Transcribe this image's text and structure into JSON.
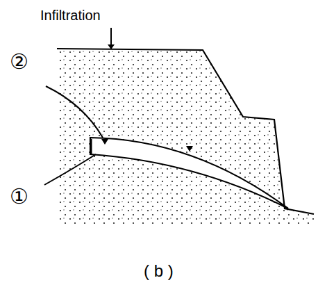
{
  "diagram": {
    "caption": "( b )",
    "labels": [
      "Infiltration",
      "②",
      "①"
    ]
  }
}
